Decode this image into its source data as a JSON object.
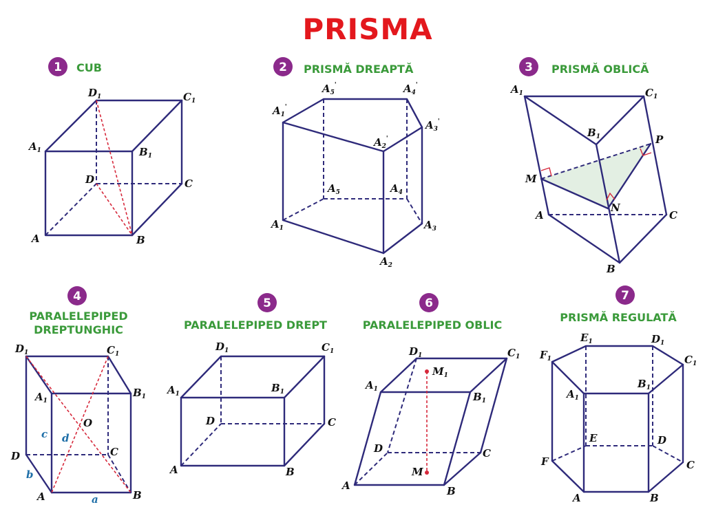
{
  "title": "PRISMA",
  "colors": {
    "title": "#e3181d",
    "badge": "#8b2a8b",
    "panel_title": "#3a9a3a",
    "edge": "#2e2a7a",
    "dashed_red": "#d6283b",
    "measure_label": "#1f6fa8"
  },
  "panels": [
    {
      "num": "1",
      "title": "CUB",
      "labels": [
        {
          "t": "D",
          "s": "1"
        },
        {
          "t": "C",
          "s": "1"
        },
        {
          "t": "A",
          "s": "1"
        },
        {
          "t": "B",
          "s": "1"
        },
        {
          "t": "D",
          "s": ""
        },
        {
          "t": "C",
          "s": ""
        },
        {
          "t": "A",
          "s": ""
        },
        {
          "t": "B",
          "s": ""
        }
      ]
    },
    {
      "num": "2",
      "title": "PRISMĂ DREAPTĂ",
      "labels": [
        {
          "t": "A",
          "s": "5",
          "p": "'"
        },
        {
          "t": "A",
          "s": "4",
          "p": "'"
        },
        {
          "t": "A",
          "s": "1",
          "p": "'"
        },
        {
          "t": "A",
          "s": "3",
          "p": "'"
        },
        {
          "t": "A",
          "s": "2",
          "p": "'"
        },
        {
          "t": "A",
          "s": "5"
        },
        {
          "t": "A",
          "s": "4"
        },
        {
          "t": "A",
          "s": "1"
        },
        {
          "t": "A",
          "s": "3"
        },
        {
          "t": "A",
          "s": "2"
        }
      ]
    },
    {
      "num": "3",
      "title": "PRISMĂ OBLICĂ",
      "labels": [
        {
          "t": "A",
          "s": "1"
        },
        {
          "t": "C",
          "s": "1"
        },
        {
          "t": "B",
          "s": "1"
        },
        {
          "t": "P",
          "s": ""
        },
        {
          "t": "M",
          "s": ""
        },
        {
          "t": "N",
          "s": ""
        },
        {
          "t": "A",
          "s": ""
        },
        {
          "t": "C",
          "s": ""
        },
        {
          "t": "B",
          "s": ""
        }
      ]
    },
    {
      "num": "4",
      "title_line1": "PARALELEPIPED",
      "title_line2": "DREPTUNGHIC",
      "labels": [
        {
          "t": "D",
          "s": "1"
        },
        {
          "t": "C",
          "s": "1"
        },
        {
          "t": "A",
          "s": "1"
        },
        {
          "t": "B",
          "s": "1"
        },
        {
          "t": "O",
          "s": ""
        },
        {
          "t": "D",
          "s": ""
        },
        {
          "t": "C",
          "s": ""
        },
        {
          "t": "A",
          "s": ""
        },
        {
          "t": "B",
          "s": ""
        }
      ],
      "measures": [
        "c",
        "d",
        "b",
        "a"
      ]
    },
    {
      "num": "5",
      "title": "PARALELEPIPED DREPT",
      "labels": [
        {
          "t": "D",
          "s": "1"
        },
        {
          "t": "C",
          "s": "1"
        },
        {
          "t": "A",
          "s": "1"
        },
        {
          "t": "B",
          "s": "1"
        },
        {
          "t": "D",
          "s": ""
        },
        {
          "t": "C",
          "s": ""
        },
        {
          "t": "A",
          "s": ""
        },
        {
          "t": "B",
          "s": ""
        }
      ]
    },
    {
      "num": "6",
      "title": "PARALELEPIPED OBLIC",
      "labels": [
        {
          "t": "D",
          "s": "1"
        },
        {
          "t": "M",
          "s": "1"
        },
        {
          "t": "C",
          "s": "1"
        },
        {
          "t": "A",
          "s": "1"
        },
        {
          "t": "B",
          "s": "1"
        },
        {
          "t": "D",
          "s": ""
        },
        {
          "t": "C",
          "s": ""
        },
        {
          "t": "M",
          "s": ""
        },
        {
          "t": "A",
          "s": ""
        },
        {
          "t": "B",
          "s": ""
        }
      ]
    },
    {
      "num": "7",
      "title": "PRISMĂ REGULATĂ",
      "labels": [
        {
          "t": "E",
          "s": "1"
        },
        {
          "t": "D",
          "s": "1"
        },
        {
          "t": "F",
          "s": "1"
        },
        {
          "t": "C",
          "s": "1"
        },
        {
          "t": "A",
          "s": "1"
        },
        {
          "t": "B",
          "s": "1"
        },
        {
          "t": "E",
          "s": ""
        },
        {
          "t": "D",
          "s": ""
        },
        {
          "t": "F",
          "s": ""
        },
        {
          "t": "C",
          "s": ""
        },
        {
          "t": "A",
          "s": ""
        },
        {
          "t": "B",
          "s": ""
        }
      ]
    }
  ]
}
